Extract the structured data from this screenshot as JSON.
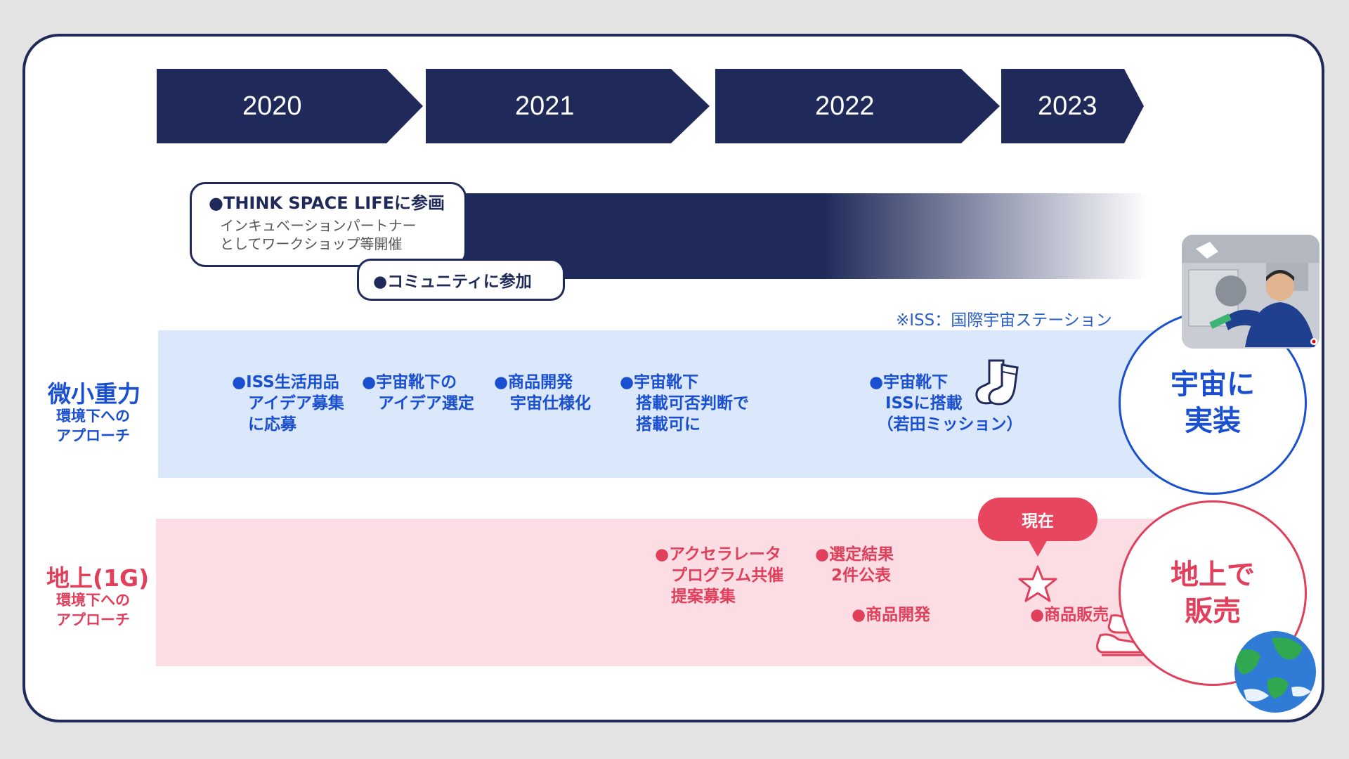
{
  "timeline": {
    "years": [
      "2020",
      "2021",
      "2022",
      "2023"
    ]
  },
  "milestones": {
    "think_space": {
      "title": "●THINK SPACE LIFEに参画",
      "desc_line1": "インキュベーションパートナー",
      "desc_line2": "としてワークショップ等開催"
    },
    "community": "●コミュニティに参加"
  },
  "note": "※ISS：国際宇宙ステーション",
  "lanes": {
    "microgravity": {
      "title": "微小重力",
      "subtitle": "環境下への\nアプローチ",
      "color": "#1a50d0",
      "items": [
        "●ISS生活用品\n　アイデア募集\n　に応募",
        "●宇宙靴下の\n　アイデア選定",
        "●商品開発\n　宇宙仕様化",
        "●宇宙靴下\n　搭載可否判断で\n　搭載可に",
        "●宇宙靴下\n　ISSに搭載\n　（若田ミッション）"
      ],
      "goal": "宇宙に\n実装"
    },
    "ground": {
      "title": "地上(1G)",
      "subtitle": "環境下への\nアプローチ",
      "color": "#e0405b",
      "items": [
        "●アクセラレータ\n　プログラム共催\n　提案募集",
        "●選定結果\n　2件公表",
        "●商品開発",
        "●商品販売"
      ],
      "goal": "地上で\n販売",
      "now_label": "現在"
    }
  },
  "icons": [
    "star-icon",
    "socks-icon",
    "shoes-icon",
    "earth-icon",
    "astronaut-photo"
  ]
}
